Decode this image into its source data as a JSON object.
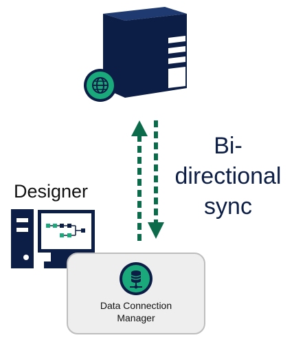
{
  "labels": {
    "sync_line1": "Bi-",
    "sync_line2": "directional",
    "sync_line3": "sync",
    "designer": "Designer",
    "dcm_line1": "Data Connection",
    "dcm_line2": "Manager"
  },
  "icons": {
    "server": "server-tower-icon",
    "globe": "globe-icon",
    "designer": "desktop-computer-icon",
    "dcm": "database-connection-icon",
    "up_arrow": "dashed-arrow-up-icon",
    "down_arrow": "dashed-arrow-down-icon"
  },
  "colors": {
    "navy": "#0c1e46",
    "green": "#1aa97a",
    "dark_green": "#0b6b4a",
    "box_fill": "#eeeeee",
    "box_border": "#bdbdbd"
  }
}
